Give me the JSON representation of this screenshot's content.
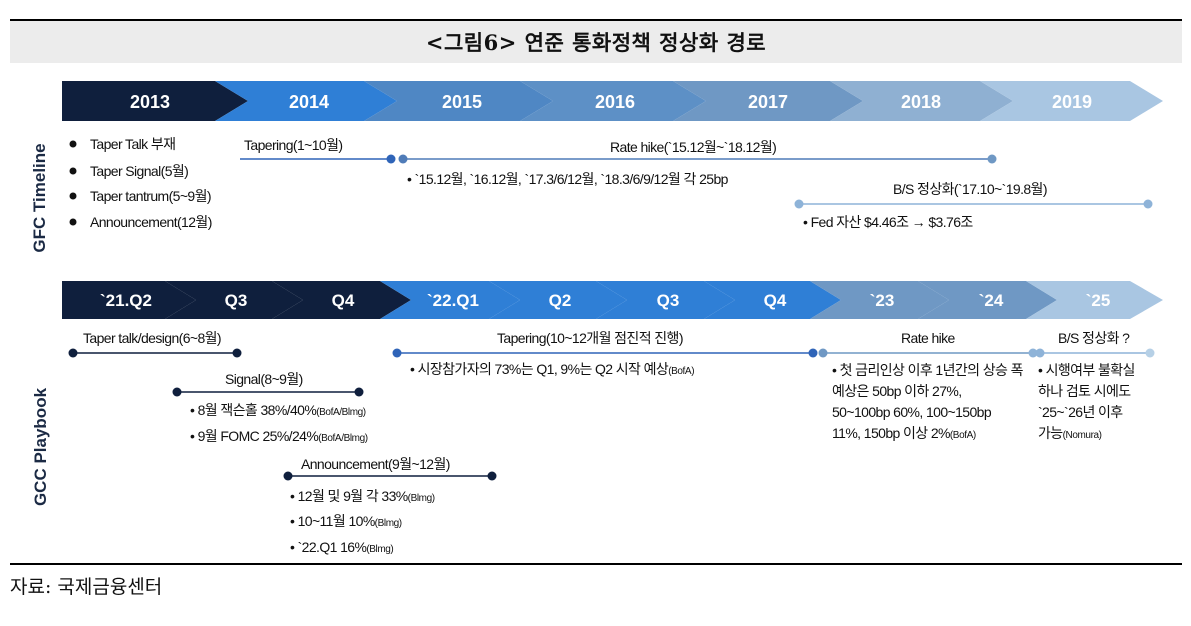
{
  "title": "<그림6> 연준 통화정책 정상화 경로",
  "source": "자료: 국제금융센터",
  "gfc": {
    "section_label": "GFC Timeline",
    "years": [
      "2013",
      "2014",
      "2015",
      "2016",
      "2017",
      "2018",
      "2019"
    ],
    "bullets_2013": [
      "Taper Talk 부재",
      "Taper Signal(5월)",
      "Taper tantrum(5~9월)",
      "Announcement(12월)"
    ],
    "tapering": {
      "label": "Tapering(1~10월)"
    },
    "rate_hike": {
      "label": "Rate hike(`15.12월~`18.12월)",
      "note": "• `15.12월, `16.12월, `17.3/6/12월, `18.3/6/9/12월 각 25bp"
    },
    "bs": {
      "label": "B/S 정상화(`17.10~`19.8월)",
      "note": "• Fed 자산 $4.46조 → $3.76조"
    }
  },
  "gcc": {
    "section_label": "GCC Playbook",
    "periods": [
      "`21.Q2",
      "Q3",
      "Q4",
      "`22.Q1",
      "Q2",
      "Q3",
      "Q4",
      "`23",
      "`24",
      "`25"
    ],
    "taper_talk": {
      "label": "Taper talk/design(6~8월)"
    },
    "signal": {
      "label": "Signal(8~9월)",
      "notes": [
        {
          "text": "• 8월 잭슨홀 38%/40%",
          "src": "(BofA/Blmg)"
        },
        {
          "text": "• 9월 FOMC 25%/24%",
          "src": "(BofA/Blmg)"
        }
      ]
    },
    "announcement": {
      "label": "Announcement(9월~12월)",
      "notes": [
        {
          "text": "• 12월 및 9월 각 33%",
          "src": "(Blmg)"
        },
        {
          "text": "• 10~11월 10%",
          "src": "(Blmg)"
        },
        {
          "text": "• `22.Q1 16%",
          "src": "(Blmg)"
        }
      ]
    },
    "tapering": {
      "label": "Tapering(10~12개월 점진적 진행)",
      "note": "• 시장참가자의 73%는 Q1, 9%는 Q2 시작 예상",
      "note_src": "(BofA)"
    },
    "rate_hike": {
      "label": "Rate hike",
      "note": "• 첫 금리인상 이후 1년간의 상승 폭\n   예상은 50bp 이하 27%,\n   50~100bp 60%, 100~150bp\n   11%, 150bp 이상 2%",
      "note_src": "(BofA)"
    },
    "bs": {
      "label": "B/S 정상화 ?",
      "note": "• 시행여부 불확실\n   하나 검토 시에도\n   `25~`26년 이후\n   가능",
      "note_src": "(Nomura)"
    }
  },
  "colors": {
    "navy": "#0f1f3d",
    "blue": "#2f7fd6",
    "mid": "#4f87c4",
    "steel": "#6f98c4",
    "light": "#8fb4d6",
    "lighter": "#b6d0e6",
    "line": "#2f64b8",
    "line_light": "#8eb3d8"
  }
}
